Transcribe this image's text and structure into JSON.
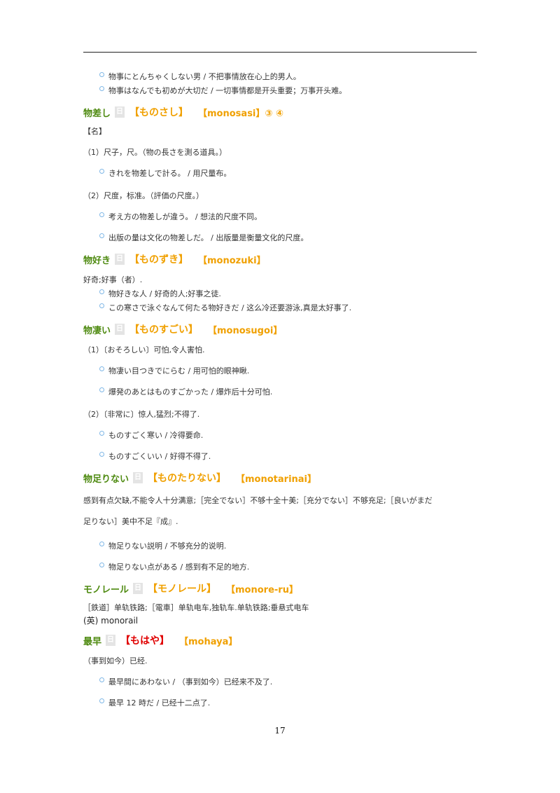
{
  "page_number": "17",
  "colors": {
    "headword": "#4e8a10",
    "reading": "#f0a000",
    "reading_alt": "#e00000",
    "bullet": "#7fb7e6"
  },
  "lines": {
    "i1": "物事にとんちゃくしない男 / 不把事情放在心上的男人。",
    "i2": "物事はなんでも初めが大切だ / 一切事情都是开头重要；万事开头难。",
    "h1": {
      "word": "物差し",
      "tag": "日",
      "kana": "【ものさし】",
      "roma": "【monosasi】③ ④"
    },
    "h1_pos": "【名】",
    "h1_s1": "（1）尺子，尺。（物の長さを測る道具。）",
    "h1_e1": "きれを物差しで計る。 / 用尺量布。",
    "h1_s2": "（2）尺度，标准。（評価の尺度。）",
    "h1_e2": "考え方の物差しが違う。 / 想法的尺度不同。",
    "h1_e3": "出版の量は文化の物差しだ。 / 出版量是衡量文化的尺度。",
    "h2": {
      "word": "物好き",
      "tag": "日",
      "kana": "【ものずき】",
      "roma": "【monozuki】"
    },
    "h2_def": "好奇;好事（者）.",
    "h2_e1": "物好きな人 / 好奇的人;好事之徒.",
    "h2_e2": "この寒さで泳ぐなんて何たる物好きだ / 这么冷还要游泳,真是太好事了.",
    "h3": {
      "word": "物凄い",
      "tag": "日",
      "kana": "【ものすごい】",
      "roma": "【monosugoi】"
    },
    "h3_s1": "（1）〔おそろしい〕可怕,令人害怕.",
    "h3_e1": "物凄い目つきでにらむ / 用可怕的眼神瞅.",
    "h3_e2": "爆発のあとはものすごかった / 爆炸后十分可怕.",
    "h3_s2": "（2）〔非常に〕惊人,猛烈;不得了.",
    "h3_e3": "ものすごく寒い / 冷得要命.",
    "h3_e4": "ものすごくいい / 好得不得了.",
    "h4": {
      "word": "物足りない",
      "tag": "日",
      "kana": "【ものたりない】",
      "roma": "【monotarinai】"
    },
    "h4_def1": "感到有点欠缺,不能令人十分满意;［完全でない］不够十全十美;［充分でない］不够充足;［良いがまだ",
    "h4_def2": "足りない］美中不足『成』.",
    "h4_e1": "物足りない説明 / 不够充分的说明.",
    "h4_e2": "物足りない点がある / 感到有不足的地方.",
    "h5": {
      "word": "モノレール",
      "tag": "日",
      "kana": "【モノレール】",
      "roma": "【monore-ru】"
    },
    "h5_def": "［鉄道］单轨铁路;［電車］单轨电车,独轨车.单轨铁路;垂悬式电车",
    "h5_eng": "(英) monorail",
    "h6": {
      "word": "最早",
      "tag": "日",
      "kana": "【もはや】",
      "roma": "【mohaya】"
    },
    "h6_def": "（事到如今）已经.",
    "h6_e1": "最早間にあわない / （事到如今）已经来不及了.",
    "h6_e2": "最早 12 時だ / 已经十二点了."
  }
}
